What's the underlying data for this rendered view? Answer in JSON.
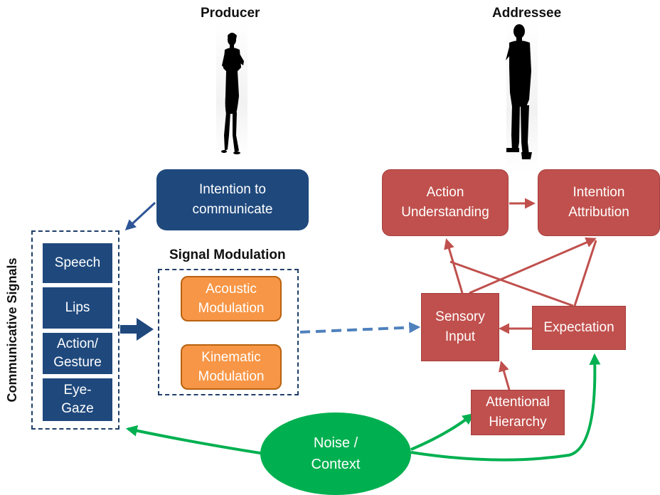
{
  "roles": {
    "producer": "Producer",
    "addressee": "Addressee"
  },
  "producer_side": {
    "intention": [
      "Intention to",
      "communicate"
    ],
    "signals_title": "Communicative Signals",
    "signals": [
      "Speech",
      "Lips",
      "Action/ Gesture",
      "Eye- Gaze"
    ]
  },
  "modulation": {
    "title": "Signal Modulation",
    "acoustic": [
      "Acoustic",
      "Modulation"
    ],
    "kinematic": [
      "Kinematic",
      "Modulation"
    ]
  },
  "addressee_side": {
    "action_understanding": [
      "Action",
      "Understanding"
    ],
    "intention_attribution": [
      "Intention",
      "Attribution"
    ],
    "sensory_input": [
      "Sensory",
      "Input"
    ],
    "expectation": "Expectation",
    "attentional_hierarchy": [
      "Attentional",
      "Hierarchy"
    ]
  },
  "noise": [
    "Noise /",
    "Context"
  ],
  "colors": {
    "navy": "#1f497d",
    "red": "#c0504d",
    "orange": "#f79646",
    "green": "#00b050",
    "arrow_blue": "#4f81bd"
  },
  "icons": [
    "woman-silhouette-icon",
    "man-silhouette-icon"
  ]
}
